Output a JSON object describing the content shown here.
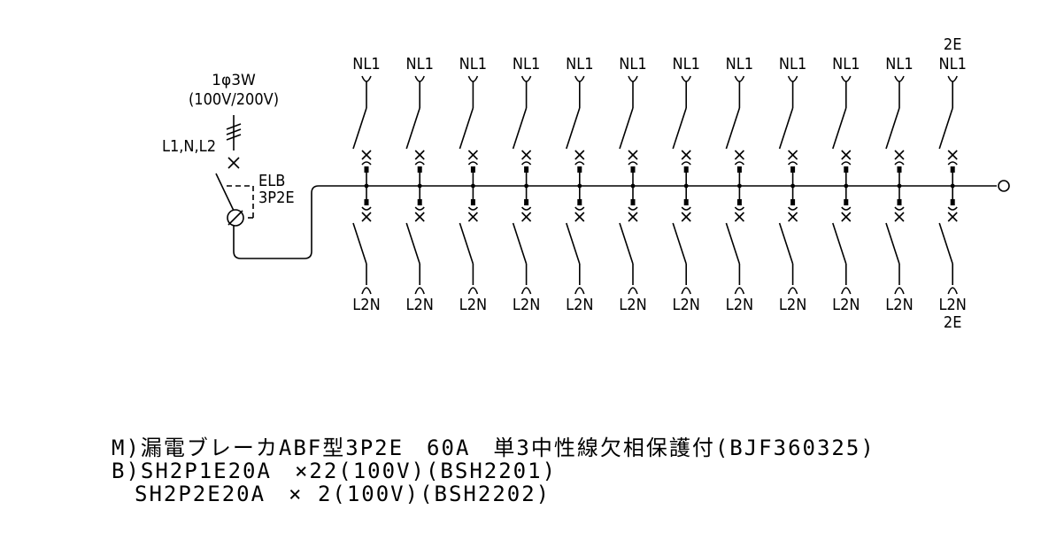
{
  "diagram": {
    "supply": {
      "type_label": "1φ3W",
      "voltage_label": "(100V/200V)",
      "conductors_label": "L1,N,L2"
    },
    "main_breaker": {
      "name_label": "ELB",
      "poles_label": "3P2E"
    },
    "branch_top_label": "NL1",
    "branch_bottom_label": "L2N",
    "branch_count": 12,
    "branch_last_top_extra": "2E",
    "branch_last_bottom_extra": "2E"
  },
  "notes": {
    "line1": "M)漏電ブレーカABF型3P2E　60A　単3中性線欠相保護付(BJF360325)",
    "line2": "B)SH2P1E20A　×22(100V)(BSH2201)",
    "line3": "　SH2P2E20A　× 2(100V)(BSH2202)"
  }
}
